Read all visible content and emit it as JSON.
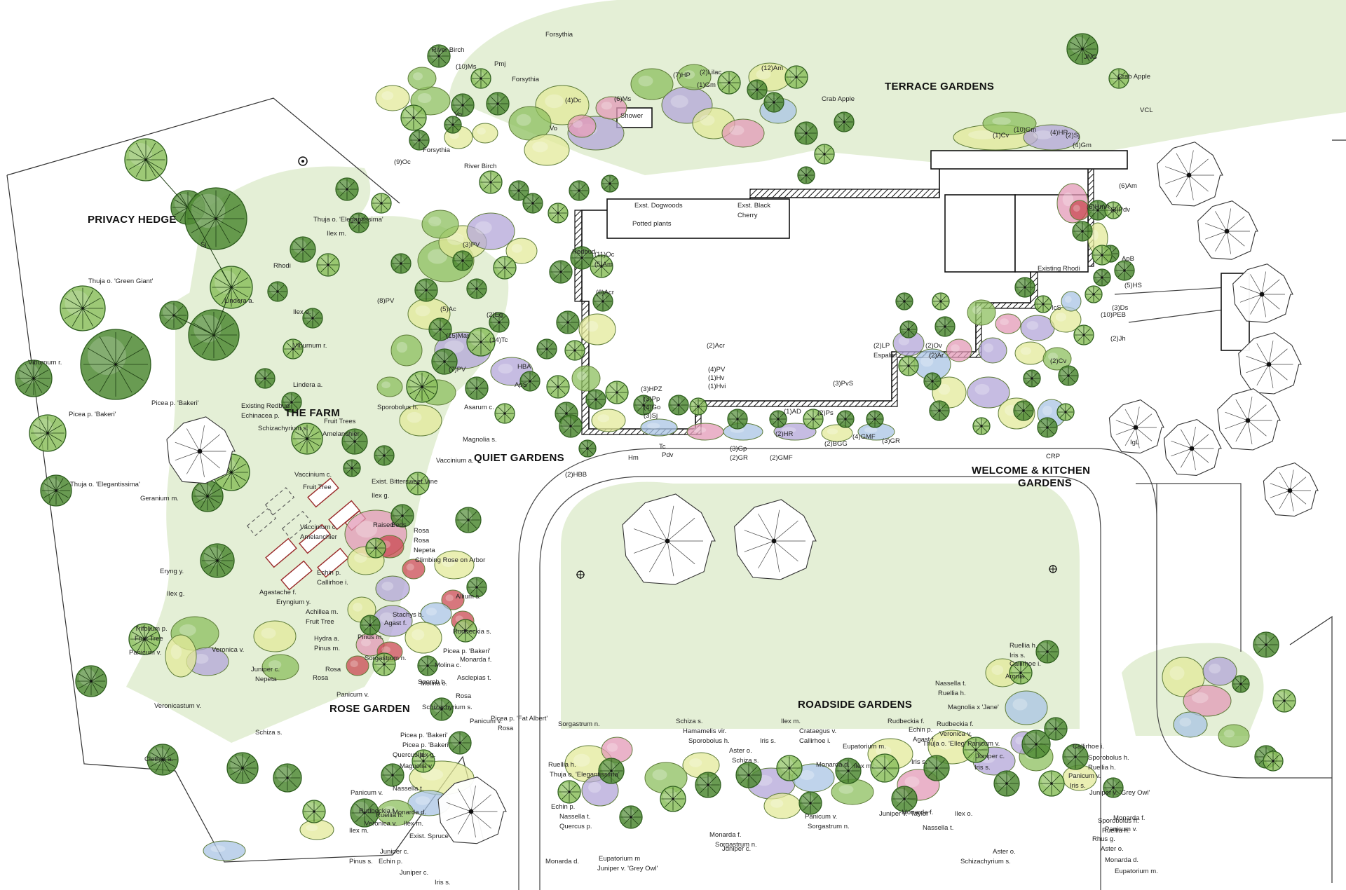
{
  "areas": [
    {
      "name": "PRIVACY HEDGE"
    },
    {
      "name": "THE FARM"
    },
    {
      "name": "TERRACE GARDENS"
    },
    {
      "name": "QUIET GARDENS"
    },
    {
      "name": "WELCOME & KITCHEN"
    },
    {
      "name": "GARDENS"
    },
    {
      "name": "ROSE GARDEN"
    },
    {
      "name": "ROADSIDE GARDENS"
    }
  ],
  "plant_labels": [
    "Forsythia",
    "River Birch",
    "(10)Ms",
    "Pmj",
    "Forsythia",
    "Vo",
    "Forsythia",
    "(9)Oc",
    "River Birch",
    "(4)Dc",
    "Vo",
    "Shower",
    "(6)Ms",
    "(7)HP",
    "(2)Lilac",
    "(1)Gm",
    "(12)Am",
    "Crab Apple",
    "Exst. Dogwoods",
    "Exst. Black",
    "Cherry",
    "Potted plants",
    "(11)Oc",
    "(5)Am",
    "(6)Acr",
    "(3)PV",
    "Redbud",
    "(8)PV",
    "(2)Eg",
    "(5)Ac",
    "(15)May",
    "(14)Tc",
    "(7)PV",
    "HBA",
    "ApS",
    "Asarum c.",
    "Sporobolus h.",
    "Magnolia s.",
    "Vaccinium a.",
    "(2)Acr",
    "(4)PV",
    "(1)Hv",
    "(1)Hvi",
    "(3)HPZ",
    "(3)Pp",
    "(4)Go",
    "(3)Sj",
    "(2)HBB",
    "Tc",
    "Pdv",
    "Hm",
    "(1)AD",
    "(2)Ps",
    "(2)HR",
    "(2)BGG",
    "(3)Gp",
    "(2)GR",
    "(2)GMF",
    "(4)GMF",
    "(3)GR",
    "(2)LP",
    "Espalier",
    "(2)Ov",
    "(2)Ar",
    "(3)PvS",
    "Existing Rhodi",
    "IcS",
    "(2)Cv",
    "(10)PEB",
    "(2)Jh",
    "IgL",
    "CRP",
    "(1)Cv",
    "(10)Gm",
    "(4)HR",
    "(2)Sj",
    "(4)Gm",
    "(6)Am",
    "(6)HmA",
    "(3)Pdv",
    "ApB",
    "(5)HS",
    "(3)Ds",
    "JNG",
    "Crab Apple",
    "VCL",
    "Sj",
    "Thuja o. 'Green Giant'",
    "Thuja o. 'Elegantissima'",
    "Ilex m.",
    "Rhodi",
    "Lindera a.",
    "Ilex o.",
    "Viburnum r.",
    "Lindera a.",
    "Viburnum r.",
    "Picea p. 'Bakeri'",
    "Thuja o. 'Elegantissima'",
    "Picea p. 'Bakeri'",
    "Existing Redbud",
    "Echinacea p.",
    "Schizachyrium s.",
    "Fruit Trees",
    "Amelanchier",
    "Vaccinium c.",
    "Geranium m.",
    "Fruit Tree",
    "Exist. Bittersweet Vine",
    "Ilex g.",
    "Vaccinium c.",
    "Amelanchier",
    "Raised",
    "Beds",
    "Rosa",
    "Rosa",
    "Nepeta",
    "Climbing Rose on Arbor",
    "Echin p.",
    "Callirhoe i.",
    "Stachys b.",
    "Agast f.",
    "Eryng y.",
    "Ilex g.",
    "Agastache f.",
    "Eryngium y.",
    "Achillea m.",
    "Fruit Tree",
    "Allium s.",
    "Trifolium p.",
    "Fruit Tree",
    "Panicum v.",
    "Veronica v.",
    "Pinus m.",
    "Sorgastrum n.",
    "Rudbeckia s.",
    "Picea p. 'Bakeri'",
    "Monarda f.",
    "Hydra a.",
    "Pinus m.",
    "Rosa",
    "Rosa",
    "Juniper c.",
    "Nepeta",
    "Sporob h.",
    "Molina c.",
    "Asclepias t.",
    "Panicum v.",
    "Molina c.",
    "Schizachyrium s.",
    "Rosa",
    "Clethra a.",
    "Veronicastum v.",
    "Schiza s.",
    "Panicum v.",
    "Picea p. 'Fat Albert'",
    "Rosa",
    "Picea p. 'Bakeri'",
    "Picea p. 'Bakeri'",
    "Quercus p.",
    "Ilex g.",
    "Magnolia v.",
    "Nassella t.",
    "Ruellia h.",
    "Panicum v.",
    "Rudbeckia f.",
    "Veronica v.",
    "Monarda d.",
    "Ilex m.",
    "Juniper c.",
    "Ilex m.",
    "Exist. Spruce",
    "Pinus s.",
    "Iris s.",
    "Juniper c.",
    "Echin p.",
    "Sorgastrum n.",
    "Schiza s.",
    "Hamamelis vir.",
    "Sporobolus h.",
    "Ruellia h.",
    "Thuja o. 'Elegantissima'",
    "Echin p.",
    "Nassella t.",
    "Quercus p.",
    "Monarda d.",
    "Eupatorium m",
    "Juniper v. 'Grey Owl'",
    "Monarda f.",
    "Sorgastrum n.",
    "Juniper c.",
    "Aster o.",
    "Schiza s.",
    "Iris s.",
    "Callirhoe i.",
    "Ilex m.",
    "Crataegus v.",
    "Monarda d.",
    "Eupatorium m.",
    "Ilex m.",
    "Rudbeckia f.",
    "Echin p.",
    "Agast f.",
    "Iris s.",
    "Monarda f.",
    "Panicum v.",
    "Sorgastrum n.",
    "Juniper v. 'Taylor'",
    "Nassella t.",
    "Ruellia h.",
    "Iris s.",
    "Callirhoe i.",
    "Aronia",
    "Nassella t.",
    "Ruellia h.",
    "Magnolia x 'Jane'",
    "Rudbeckia f.",
    "Veronica v.",
    "Thuja o. 'Elleg'",
    "Panicum v.",
    "Juniper c.",
    "Iris s.",
    "Callirhoe i.",
    "Sporobolus h.",
    "Ruellia h.",
    "Panicum v.",
    "Iris s.",
    "Juniper v. 'Grey Owl'",
    "Sporobolus h.",
    "Ruellia h.",
    "Monarda f.",
    "Panicum v.",
    "Rhus g.",
    "Aster o.",
    "Monarda d.",
    "Eupatorium m.",
    "Aster o.",
    "Schizachyrium s.",
    "Ilex o."
  ],
  "colors": {
    "lawn": "#e4efd6",
    "canopy_dark": "#4f8a34",
    "canopy_light": "#8cbf5e",
    "shrub_yellow": "#e3ea9a",
    "shrub_pink": "#e39ab7",
    "shrub_purple": "#b3a6d8",
    "shrub_blue": "#a9c4e4",
    "rose_red": "#c94a52"
  },
  "icons": [
    "north-marker-icon",
    "survey-point-icon"
  ]
}
